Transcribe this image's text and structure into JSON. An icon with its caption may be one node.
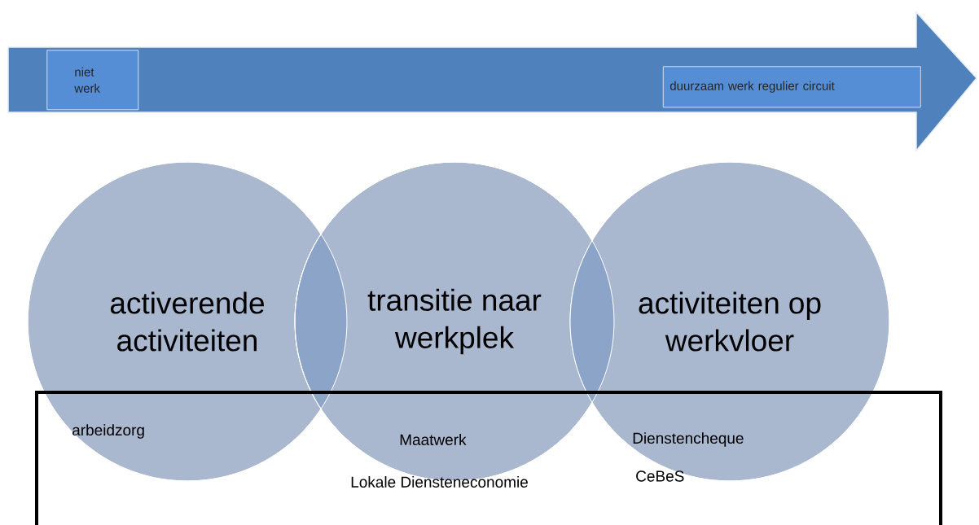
{
  "diagram": {
    "nodes": [
      {
        "text": [],
        "shape": "arrow"
      },
      {
        "text": [
          "niet werk"
        ],
        "in": 0
      },
      {
        "text": [
          "duurzaam werk regulier circuit"
        ],
        "in": 0
      },
      {
        "text": [
          "activerende activiteiten"
        ]
      },
      {
        "text": [
          "transitie naar werkplek"
        ]
      },
      {
        "text": [
          "activiteiten op werkvloer"
        ]
      }
    ],
    "labels": [
      "arbeidzorg",
      "Maatwerk",
      "Dienstencheque",
      "Lokale Diensteneconomie",
      "CeBeS"
    ]
  }
}
